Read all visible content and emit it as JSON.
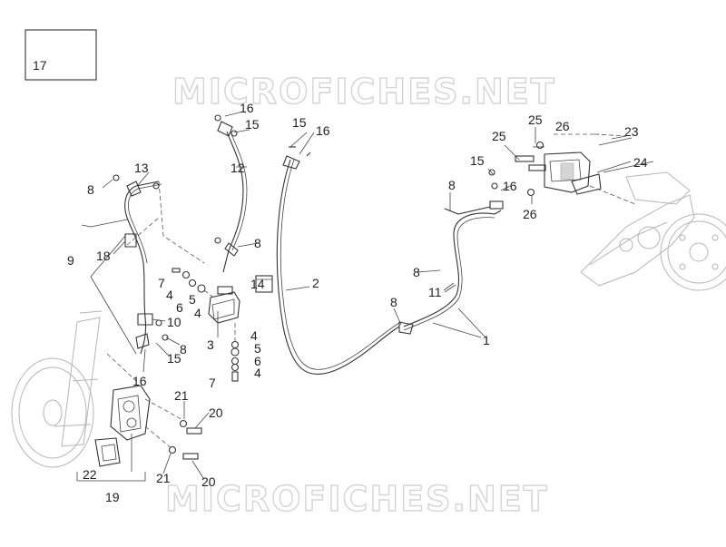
{
  "watermark": "MICROFICHES.NET",
  "inset_label": "17",
  "callouts": [
    {
      "id": "c1",
      "text": "1"
    },
    {
      "id": "c2",
      "text": "2"
    },
    {
      "id": "c3",
      "text": "3"
    },
    {
      "id": "c4a",
      "text": "4"
    },
    {
      "id": "c4b",
      "text": "4"
    },
    {
      "id": "c4c",
      "text": "4"
    },
    {
      "id": "c4d",
      "text": "4"
    },
    {
      "id": "c5a",
      "text": "5"
    },
    {
      "id": "c5b",
      "text": "5"
    },
    {
      "id": "c6a",
      "text": "6"
    },
    {
      "id": "c6b",
      "text": "6"
    },
    {
      "id": "c7a",
      "text": "7"
    },
    {
      "id": "c7b",
      "text": "7"
    },
    {
      "id": "c8a",
      "text": "8"
    },
    {
      "id": "c8b",
      "text": "8"
    },
    {
      "id": "c8c",
      "text": "8"
    },
    {
      "id": "c8d",
      "text": "8"
    },
    {
      "id": "c8e",
      "text": "8"
    },
    {
      "id": "c8f",
      "text": "8"
    },
    {
      "id": "c9",
      "text": "9"
    },
    {
      "id": "c10",
      "text": "10"
    },
    {
      "id": "c11",
      "text": "11"
    },
    {
      "id": "c12",
      "text": "12"
    },
    {
      "id": "c13",
      "text": "13"
    },
    {
      "id": "c14",
      "text": "14"
    },
    {
      "id": "c15a",
      "text": "15"
    },
    {
      "id": "c15b",
      "text": "15"
    },
    {
      "id": "c15c",
      "text": "15"
    },
    {
      "id": "c15d",
      "text": "15"
    },
    {
      "id": "c16a",
      "text": "16"
    },
    {
      "id": "c16b",
      "text": "16"
    },
    {
      "id": "c16c",
      "text": "16"
    },
    {
      "id": "c16d",
      "text": "16"
    },
    {
      "id": "c18",
      "text": "18"
    },
    {
      "id": "c19",
      "text": "19"
    },
    {
      "id": "c20a",
      "text": "20"
    },
    {
      "id": "c20b",
      "text": "20"
    },
    {
      "id": "c21a",
      "text": "21"
    },
    {
      "id": "c21b",
      "text": "21"
    },
    {
      "id": "c22",
      "text": "22"
    },
    {
      "id": "c23",
      "text": "23"
    },
    {
      "id": "c24",
      "text": "24"
    },
    {
      "id": "c25a",
      "text": "25"
    },
    {
      "id": "c25b",
      "text": "25"
    },
    {
      "id": "c26a",
      "text": "26"
    },
    {
      "id": "c26b",
      "text": "26"
    }
  ]
}
